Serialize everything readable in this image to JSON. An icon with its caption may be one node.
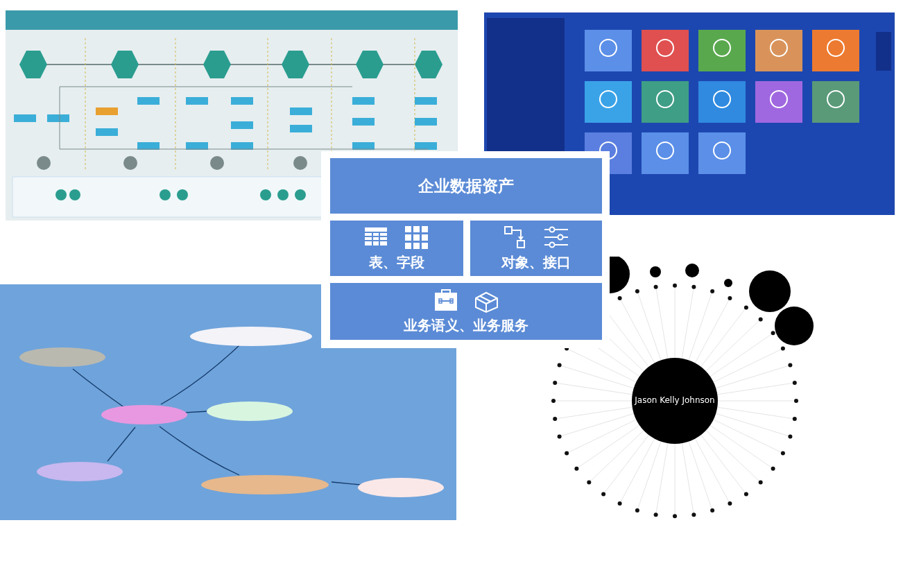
{
  "diagram": {
    "nodes": [
      {
        "text": [
          "企业数据资产"
        ]
      },
      {
        "text": [
          "表、字段"
        ]
      },
      {
        "text": [
          "对象、接口"
        ]
      },
      {
        "text": [
          "业务语义、业务服务"
        ]
      }
    ],
    "labels": [
      "Jason Kelly Johnson"
    ]
  }
}
